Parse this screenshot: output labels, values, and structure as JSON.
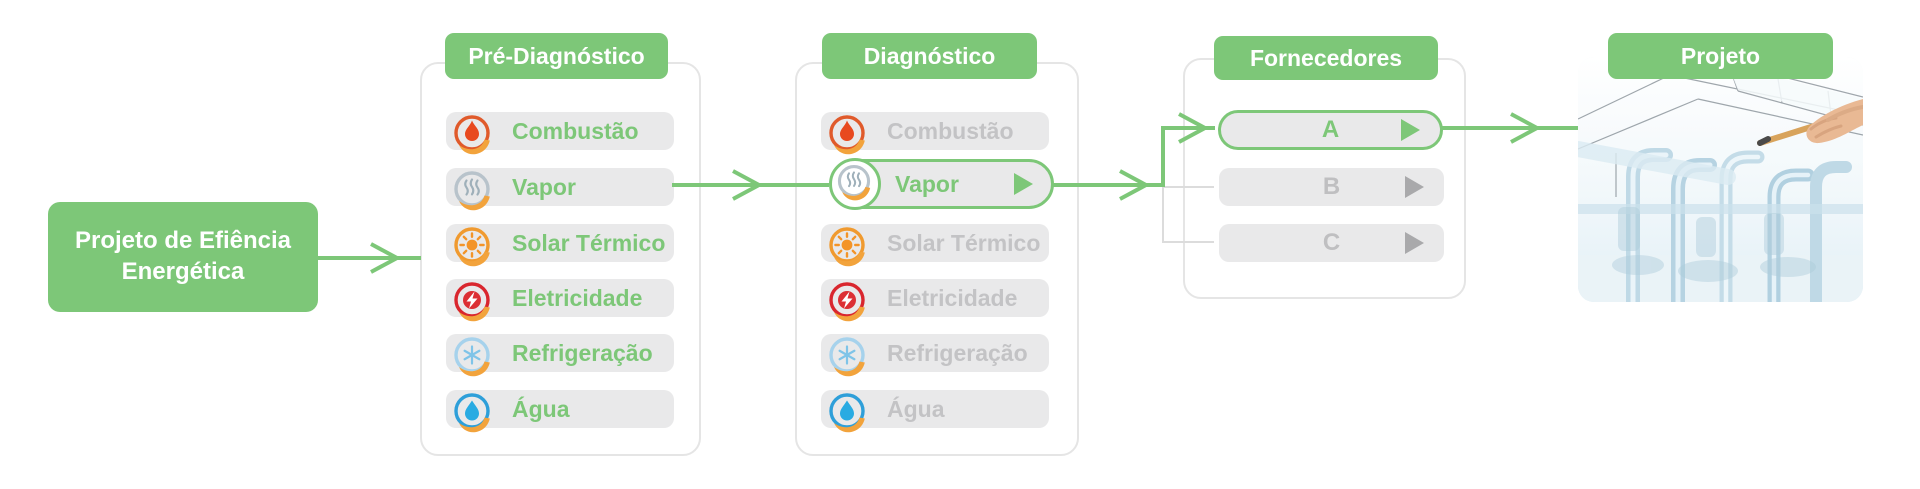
{
  "colors": {
    "accent_green": "#7dc778",
    "pill_gray": "#e9e9ea",
    "muted_text_gray": "#c3c3c5",
    "connector_gray": "#dcdcdc"
  },
  "start_box": {
    "line1": "Projeto de Efiência",
    "line2": "Energética"
  },
  "panels": {
    "pre_diagnostico": {
      "title": "Pré-Diagnóstico",
      "items": [
        {
          "label": "Combustão",
          "icon": "combustion-icon"
        },
        {
          "label": "Vapor",
          "icon": "steam-icon"
        },
        {
          "label": "Solar Térmico",
          "icon": "solar-icon"
        },
        {
          "label": "Eletricidade",
          "icon": "electricity-icon"
        },
        {
          "label": "Refrigeração",
          "icon": "refrigeration-icon"
        },
        {
          "label": "Água",
          "icon": "water-icon"
        }
      ]
    },
    "diagnostico": {
      "title": "Diagnóstico",
      "selected_item": "Vapor",
      "items": [
        {
          "label": "Combustão",
          "icon": "combustion-icon"
        },
        {
          "label": "Vapor",
          "icon": "steam-icon"
        },
        {
          "label": "Solar Térmico",
          "icon": "solar-icon"
        },
        {
          "label": "Eletricidade",
          "icon": "electricity-icon"
        },
        {
          "label": "Refrigeração",
          "icon": "refrigeration-icon"
        },
        {
          "label": "Água",
          "icon": "water-icon"
        }
      ]
    },
    "fornecedores": {
      "title": "Fornecedores",
      "selected_item": "A",
      "items": [
        {
          "label": "A"
        },
        {
          "label": "B"
        },
        {
          "label": "C"
        }
      ]
    },
    "projeto": {
      "title": "Projeto"
    }
  },
  "icon_colors": {
    "hand": "#f2a33c",
    "flame": "#e8491f",
    "ring_combustion": "#e05a2b",
    "steam": "#9fb0ba",
    "ring_steam": "#b8c3cb",
    "sun": "#f39428",
    "ring_solar": "#f09a2f",
    "bolt_bg": "#dc2f34",
    "ring_electricity": "#d9262e",
    "snow": "#7fc4e8",
    "ring_refrigeration": "#a6d2ec",
    "drop": "#29abe2",
    "ring_water": "#2e9fd9"
  }
}
